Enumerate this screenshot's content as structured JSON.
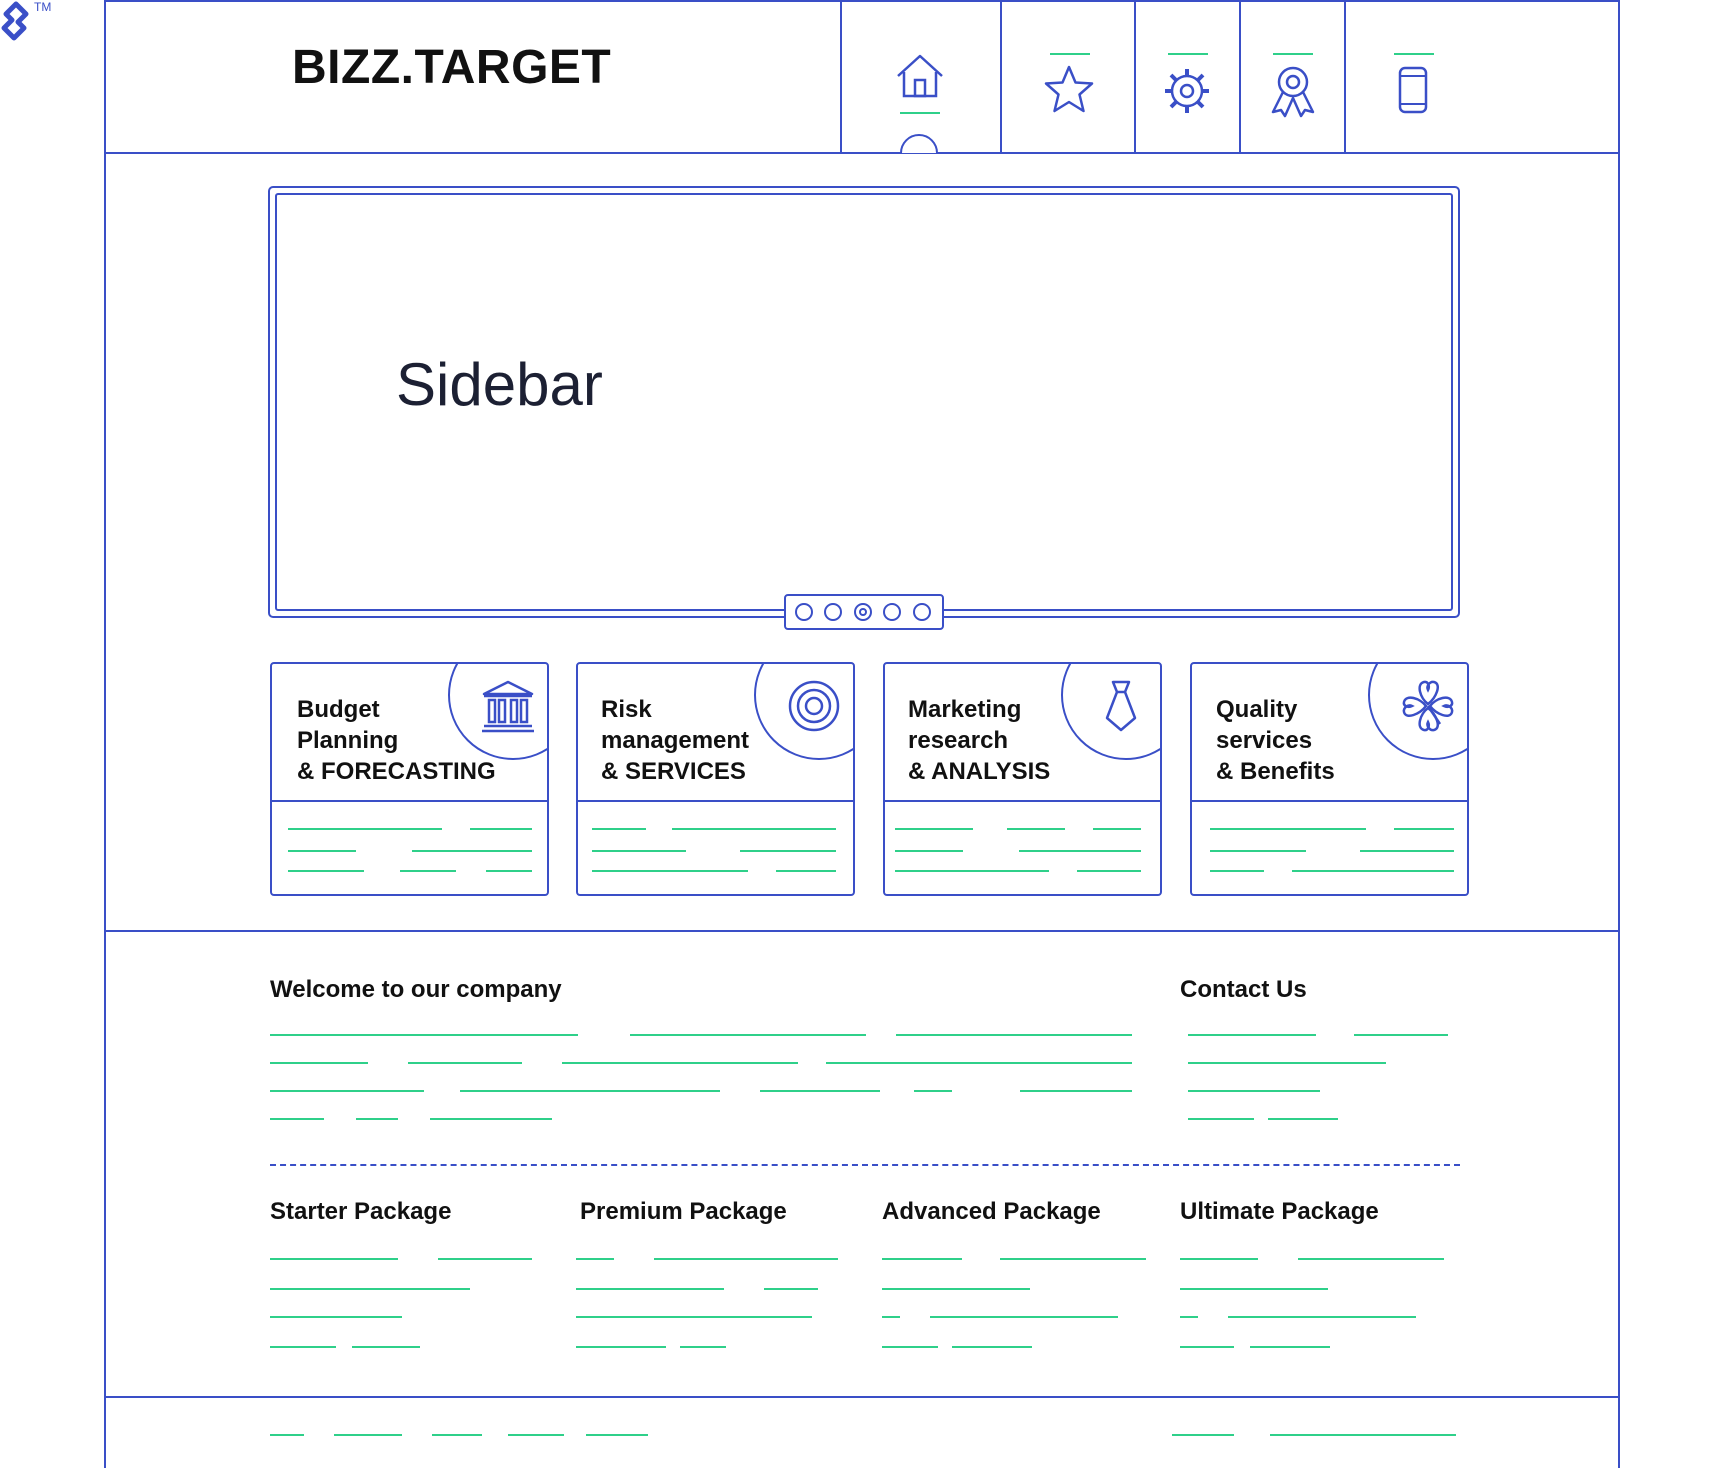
{
  "brand": {
    "logo_text": "BIZZ.TARGET",
    "watermark_symbol": "TM"
  },
  "nav": {
    "items": [
      {
        "icon": "home-icon",
        "active": true
      },
      {
        "icon": "star-icon",
        "active": false
      },
      {
        "icon": "gear-icon",
        "active": false
      },
      {
        "icon": "award-icon",
        "active": false
      },
      {
        "icon": "phone-icon",
        "active": false
      }
    ]
  },
  "slider": {
    "text": "Sidebar",
    "slide_count": 5,
    "active_slide": 3
  },
  "cards": [
    {
      "line1": "Budget",
      "line2": "Planning",
      "line3": "& FORECASTING",
      "icon": "bank-icon"
    },
    {
      "line1": "Risk",
      "line2": "management",
      "line3": "& SERVICES",
      "icon": "target-icon"
    },
    {
      "line1": "Marketing",
      "line2": "research",
      "line3": "& ANALYSIS",
      "icon": "tie-icon"
    },
    {
      "line1": "Quality",
      "line2": "services",
      "line3": "& Benefits",
      "icon": "clover-icon"
    }
  ],
  "welcome": {
    "title": "Welcome to our company"
  },
  "contact": {
    "title": "Contact Us"
  },
  "packages": [
    {
      "title": "Starter Package"
    },
    {
      "title": "Premium Package"
    },
    {
      "title": "Advanced Package"
    },
    {
      "title": "Ultimate Package"
    }
  ],
  "colors": {
    "frame": "#3a4fc7",
    "placeholder_text": "#2fd08a",
    "ink": "#111111"
  }
}
